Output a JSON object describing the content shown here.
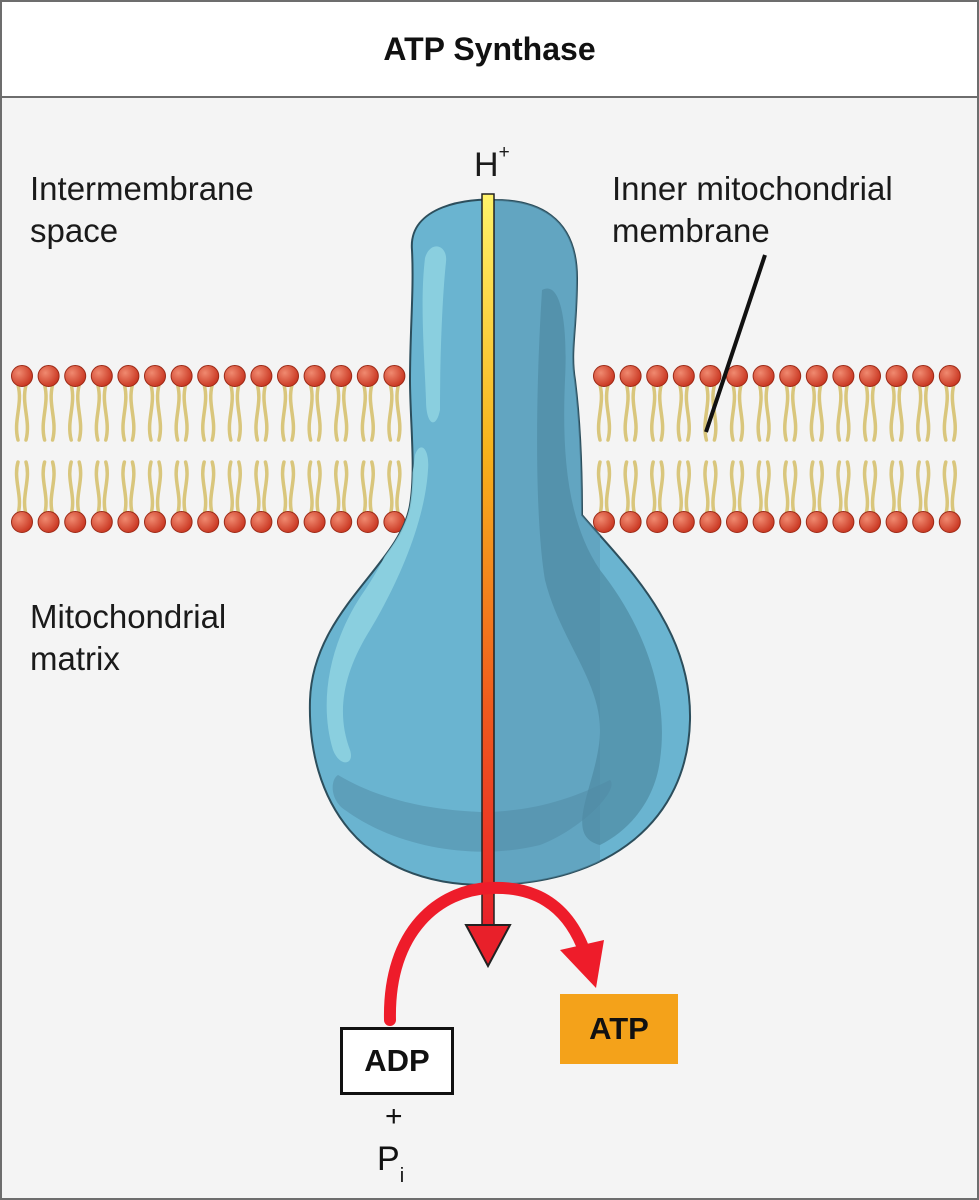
{
  "title": "ATP Synthase",
  "labels": {
    "intermembrane_space": [
      "Intermembrane",
      "space"
    ],
    "inner_membrane": [
      "Inner mitochondrial",
      "membrane"
    ],
    "matrix": [
      "Mitochondrial",
      "matrix"
    ]
  },
  "proton": {
    "symbol": "H",
    "charge": "+"
  },
  "reactants": {
    "adp": "ADP",
    "plus": "+",
    "phosphate": "P",
    "phosphate_subscript": "i"
  },
  "product": {
    "atp": "ATP"
  },
  "colors": {
    "protein": "#6ab4d0",
    "protein_dark": "#5b99b4",
    "protein_highlight": "#8fd3e2",
    "lipid_head": "#d8452f",
    "lipid_tail": "#d9c67c",
    "reaction_arrow": "#ee1c2a",
    "atp_box": "#f4a21a"
  },
  "icons": [
    "phospholipid-bilayer",
    "atp-synthase-protein",
    "proton-arrow",
    "reaction-arrow"
  ]
}
